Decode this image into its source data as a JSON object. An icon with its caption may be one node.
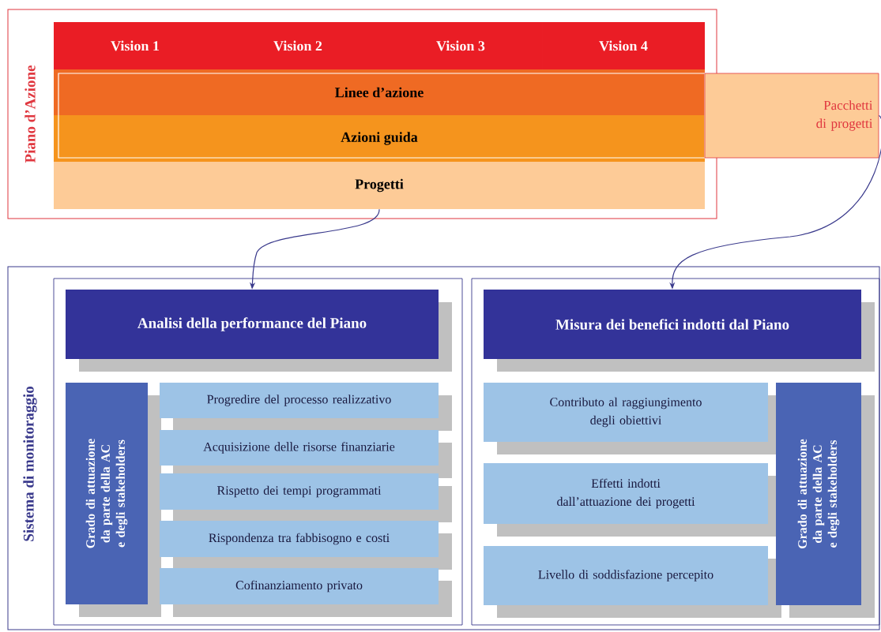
{
  "diagram": {
    "nodes": [
      {
        "text": [
          "Piano d’Azione"
        ]
      },
      {
        "text": [
          "Vision 1"
        ],
        "in": 0
      },
      {
        "text": [
          "Vision 2"
        ],
        "in": 0
      },
      {
        "text": [
          "Vision 3"
        ],
        "in": 0
      },
      {
        "text": [
          "Vision 4"
        ],
        "in": 0
      },
      {
        "text": [
          "Linee d’azione"
        ],
        "in": 0
      },
      {
        "text": [
          "Azioni guida"
        ],
        "in": 0
      },
      {
        "text": [
          "Progetti"
        ],
        "in": 0
      },
      {
        "text": [
          "Pacchetti di progetti"
        ]
      },
      {
        "text": [
          "Sistema di monitoraggio"
        ]
      },
      {
        "text": [],
        "shape": "box",
        "in": 9
      },
      {
        "text": [
          "Analisi della performance del Piano"
        ],
        "in": 10
      },
      {
        "text": [
          "Grado di attuazione da parte della AC e degli stakeholders"
        ],
        "in": 10
      },
      {
        "text": [
          "Progredire del processo realizzativo"
        ],
        "in": 10
      },
      {
        "text": [
          "Acquisizione delle risorse finanziarie"
        ],
        "in": 10
      },
      {
        "text": [
          "Rispetto dei tempi programmati"
        ],
        "in": 10
      },
      {
        "text": [
          "Rispondenza tra fabbisogno e costi"
        ],
        "in": 10
      },
      {
        "text": [
          "Cofinanziamento privato"
        ],
        "in": 10
      },
      {
        "text": [],
        "shape": "box",
        "in": 9
      },
      {
        "text": [
          "Misura dei benefici indotti dal Piano"
        ],
        "in": 18
      },
      {
        "text": [
          "Contributo al raggiungimento degli obiettivi"
        ],
        "in": 18
      },
      {
        "text": [
          "Effetti indotti dall’attuazione dei progetti"
        ],
        "in": 18
      },
      {
        "text": [
          "Livello di soddisfazione percepito"
        ],
        "in": 18
      },
      {
        "text": [
          "Grado di attuazione da parte della AC e degli stakeholders"
        ],
        "in": 18
      }
    ],
    "edges": [
      {
        "from": 7,
        "to": 11,
        "arrow": "to"
      },
      {
        "from": 8,
        "to": 19,
        "arrow": "to"
      }
    ]
  }
}
